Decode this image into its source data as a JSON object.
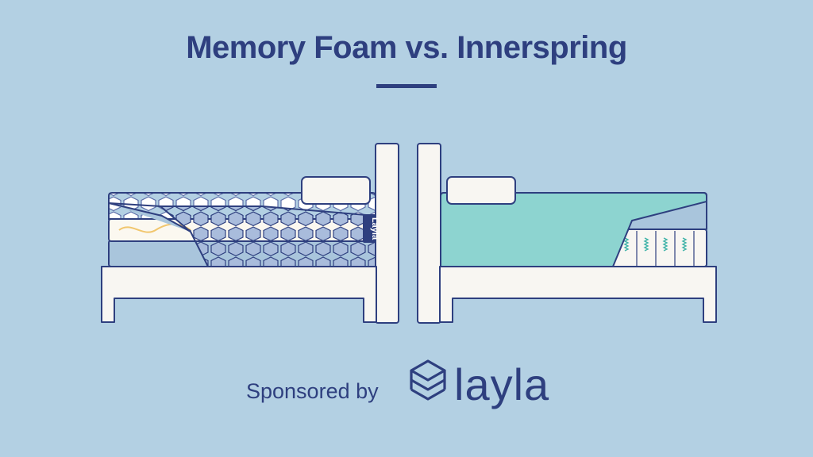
{
  "title": "Memory Foam vs. Innerspring",
  "sponsor": {
    "label": "Sponsored by",
    "brand": "layla",
    "mattress_tag": "Layla",
    "logo_icon": "stacked-layers-icon"
  },
  "colors": {
    "background": "#b3d0e3",
    "navy": "#2e3f7f",
    "frame": "#f8f6f2",
    "foam_light": "#a9c5dc",
    "foam_dark": "#5b6da8",
    "teal": "#8dd4d0",
    "comfort_wave": "#f1c66d"
  },
  "beds": [
    {
      "type": "memory-foam"
    },
    {
      "type": "innerspring"
    }
  ]
}
